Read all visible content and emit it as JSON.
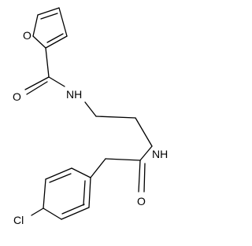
{
  "molecule": {
    "atoms": {
      "furan_oxygen": "O",
      "carbonyl_oxygen_top": "O",
      "amide_nitrogen_top": "NH",
      "amide_nitrogen_bottom": "NH",
      "carbonyl_oxygen_bottom": "O",
      "chlorine": "Cl"
    }
  }
}
